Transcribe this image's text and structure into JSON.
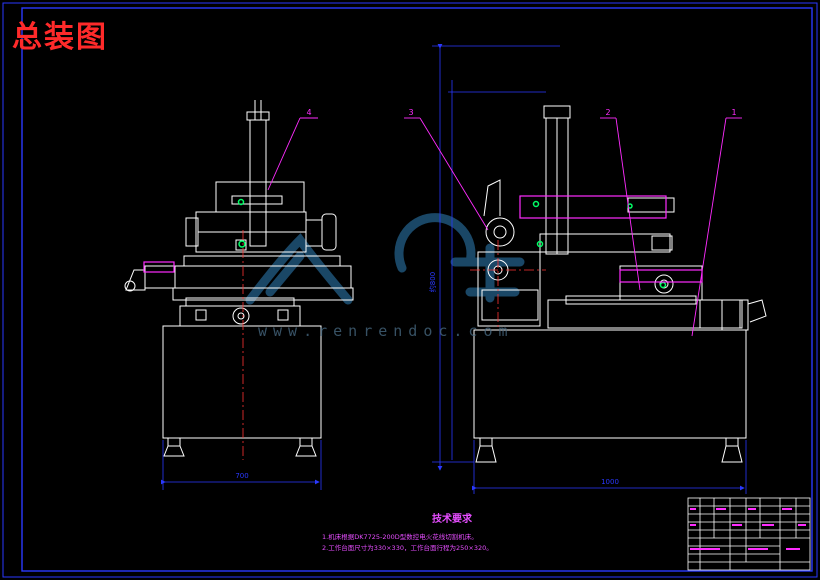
{
  "drawing": {
    "title": "总装图",
    "watermark_url": "www.renrendoc.com",
    "colors": {
      "background": "#000000",
      "frame": "#2a39ff",
      "outline": "#ffffff",
      "leader": "#ff2cff",
      "centerline": "#ff3333",
      "dimension": "#2a39ff",
      "title": "#ff2a2a",
      "fixture": "#00ff66",
      "watermark": "#1d4f72"
    },
    "balloons": [
      "4",
      "3",
      "2",
      "1"
    ],
    "dimensions": {
      "front_width": "700",
      "side_width": "1000",
      "side_height": "约800"
    },
    "technical_requirements": {
      "heading": "技术要求",
      "lines": [
        "1.机床根据DK7725-200D型数控电火花线切割机床。",
        "2.工作台面尺寸为330×330，工作台面行程为250×320。"
      ]
    }
  }
}
